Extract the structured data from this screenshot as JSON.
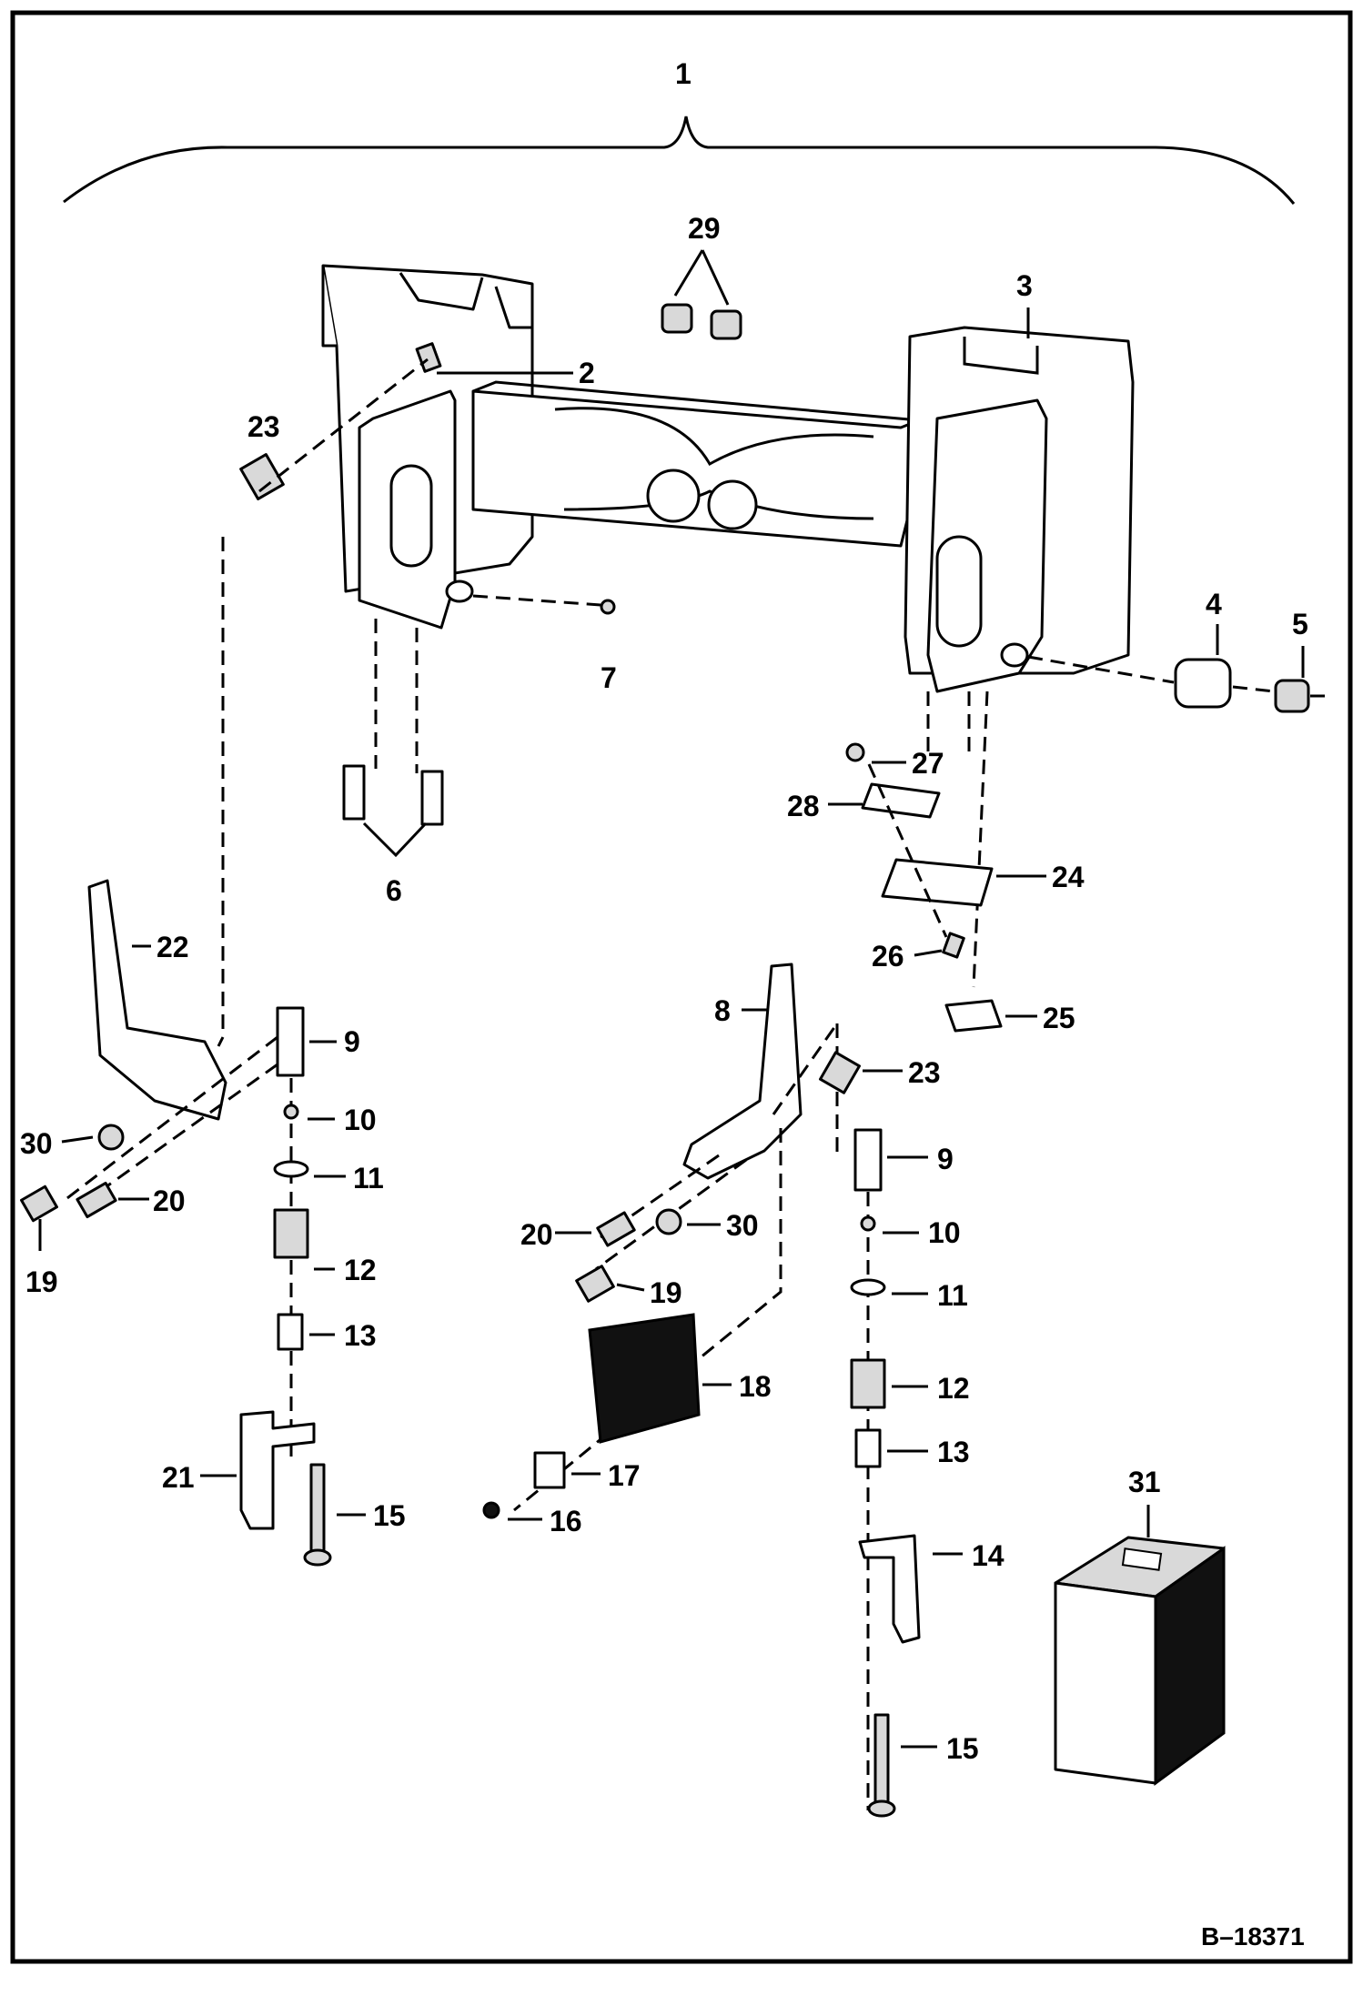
{
  "diagram": {
    "drawing_number": "B–18371",
    "callouts": [
      "1",
      "2",
      "3",
      "4",
      "5",
      "6",
      "7",
      "8",
      "9",
      "10",
      "11",
      "12",
      "13",
      "14",
      "15",
      "16",
      "17",
      "18",
      "19",
      "20",
      "21",
      "22",
      "23",
      "24",
      "25",
      "26",
      "27",
      "28",
      "29",
      "30",
      "31"
    ],
    "left_group": {
      "9": "9",
      "10": "10",
      "11": "11",
      "12": "12",
      "13": "13",
      "15": "15",
      "19": "19",
      "20": "20",
      "21": "21",
      "22": "22",
      "23": "23",
      "30": "30"
    },
    "right_group": {
      "8": "8",
      "9": "9",
      "10": "10",
      "11": "11",
      "12": "12",
      "13": "13",
      "14": "14",
      "15": "15",
      "16": "16",
      "17": "17",
      "18": "18",
      "19": "19",
      "20": "20",
      "23": "23",
      "30": "30"
    }
  }
}
